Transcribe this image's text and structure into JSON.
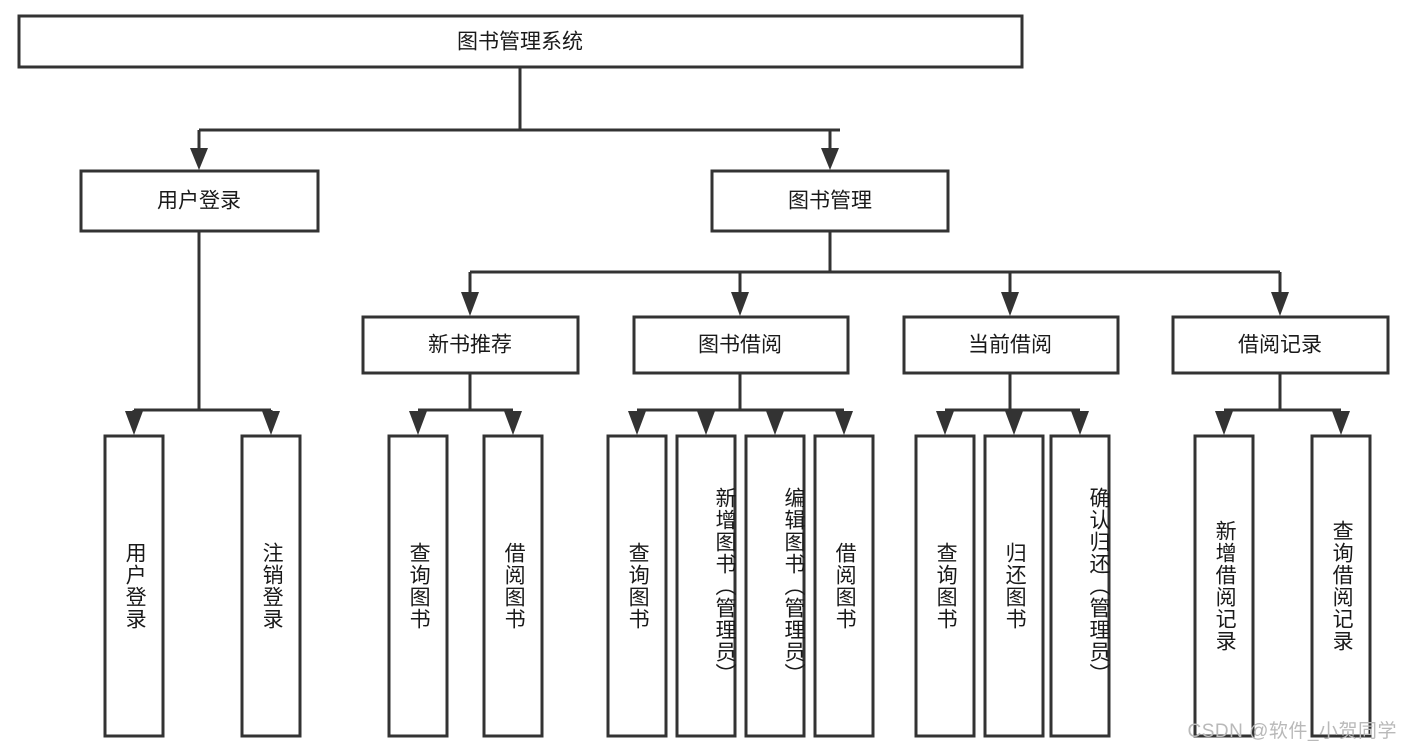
{
  "diagram": {
    "title": "图书管理系统",
    "type": "tree-hierarchy",
    "colors": {
      "box_stroke": "#333333",
      "box_fill": "#ffffff",
      "text": "#1a1a1a",
      "background": "#ffffff",
      "watermark": "#b9b9b9"
    },
    "root": {
      "label": "图书管理系统"
    },
    "level2": [
      {
        "label": "用户登录"
      },
      {
        "label": "图书管理"
      }
    ],
    "level3": [
      {
        "label": "新书推荐"
      },
      {
        "label": "图书借阅"
      },
      {
        "label": "当前借阅"
      },
      {
        "label": "借阅记录"
      }
    ],
    "leaves": {
      "user_login": [
        {
          "label": "用户登录"
        },
        {
          "label": "注销登录"
        }
      ],
      "new_book_recommend": [
        {
          "label": "查询图书"
        },
        {
          "label": "借阅图书"
        }
      ],
      "book_borrow": [
        {
          "label": "查询图书"
        },
        {
          "label": "新增图书（管理员）"
        },
        {
          "label": "编辑图书（管理员）"
        },
        {
          "label": "借阅图书"
        }
      ],
      "current_borrow": [
        {
          "label": "查询图书"
        },
        {
          "label": "归还图书"
        },
        {
          "label": "确认归还（管理员）"
        }
      ],
      "borrow_record": [
        {
          "label": "新增借阅记录"
        },
        {
          "label": "查询借阅记录"
        }
      ]
    }
  },
  "watermark": {
    "text": "CSDN @软件_小贺同学"
  }
}
